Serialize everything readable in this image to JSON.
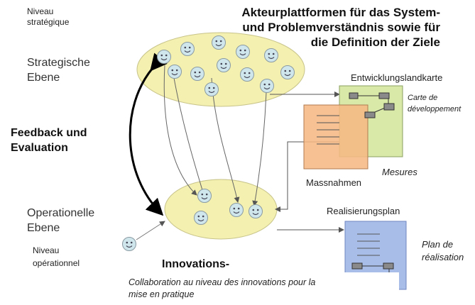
{
  "labels": {
    "niveau_strategique": "Niveau\nstratégique",
    "title_lines": [
      "Akteurplattformen für das System-",
      "und Problemverständnis sowie für",
      "die Definition der Ziele"
    ],
    "strategische_ebene": [
      "Strategische",
      "Ebene"
    ],
    "feedback": [
      "Feedback und",
      "Evaluation"
    ],
    "operationelle_ebene": [
      "Operationelle",
      "Ebene"
    ],
    "niveau_operationnel": [
      "Niveau",
      "opérationnel"
    ],
    "innovations": "Innovations-",
    "collaboration": [
      "Collaboration au niveau des innovations pour la",
      "mise en pratique"
    ],
    "entwicklungslandkarte": "Entwicklungslandkarte",
    "carte": [
      "Carte de",
      "développement"
    ],
    "massnahmen": "Massnahmen",
    "mesures": "Mesures",
    "realisierungsplan": "Realisierungsplan",
    "plan": [
      "Plan de",
      "réalisation"
    ]
  },
  "colors": {
    "ellipse_fill": "#f3f0b0",
    "ellipse_stroke": "#c8c48a",
    "smiley_fill": "#cfe6ec",
    "map_fill": "#d8e9a8",
    "measure_fill": "#f6b884",
    "plan_fill": "#a9bde9",
    "node_fill": "#8a8a8a"
  },
  "icons": [
    "smiley-icon"
  ]
}
